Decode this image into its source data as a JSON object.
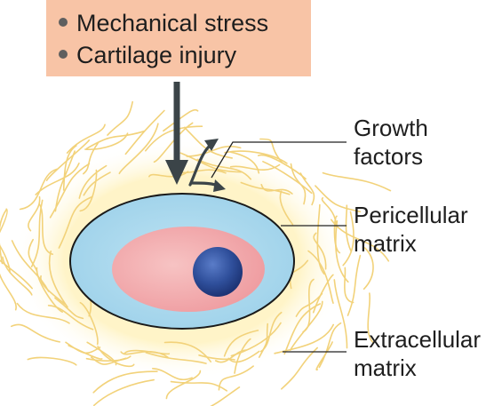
{
  "stimulus": {
    "items": [
      "Mechanical stress",
      "Cartilage injury"
    ]
  },
  "labels": {
    "growth_factors": [
      "Growth",
      "factors"
    ],
    "pericellular_matrix": [
      "Pericellular",
      "matrix"
    ],
    "extracellular_matrix": [
      "Extracellular",
      "matrix"
    ]
  },
  "colors": {
    "stimulus_box": "#f8c4a6",
    "fibers": "#f2d27a",
    "glow": "#fff4c6",
    "pericellular": "#a9d8ee",
    "cytoplasm": "#f2a8ab",
    "nucleus": "#2f4f9b",
    "arrow": "#3b4448"
  }
}
